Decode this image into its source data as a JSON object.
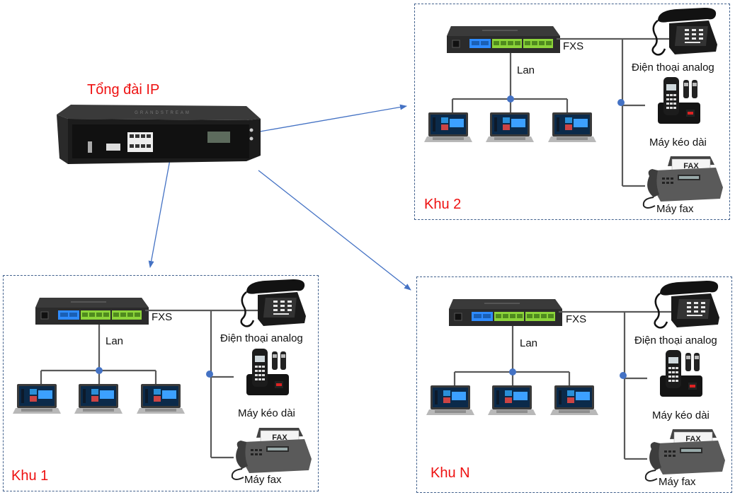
{
  "title": "Tổng đài IP",
  "colors": {
    "arrow": "#4472c4",
    "connector": "#595959",
    "node": "#4472c4",
    "zone_label": "#ee1111",
    "zone_border": "#41608c",
    "lan_port": "#2e8bff",
    "fxs_port": "#8cd43a"
  },
  "central": {
    "label": "Tổng đài IP",
    "icon": "ip-pbx-device-icon"
  },
  "zones": [
    {
      "id": "khu-2",
      "name": "Khu 2",
      "gateway_icon": "voip-gateway-icon",
      "fxs_label": "FXS",
      "lan_label": "Lan",
      "laptops": [
        "laptop-icon",
        "laptop-icon",
        "laptop-icon"
      ],
      "devices": [
        {
          "label": "Điện thoại analog",
          "icon": "analog-phone-icon"
        },
        {
          "label": "Máy kéo dài",
          "icon": "cordless-phone-icon"
        },
        {
          "label": "Máy fax",
          "icon": "fax-machine-icon"
        }
      ]
    },
    {
      "id": "khu-1",
      "name": "Khu 1",
      "gateway_icon": "voip-gateway-icon",
      "fxs_label": "FXS",
      "lan_label": "Lan",
      "laptops": [
        "laptop-icon",
        "laptop-icon",
        "laptop-icon"
      ],
      "devices": [
        {
          "label": "Điện thoại analog",
          "icon": "analog-phone-icon"
        },
        {
          "label": "Máy kéo dài",
          "icon": "cordless-phone-icon"
        },
        {
          "label": "Máy fax",
          "icon": "fax-machine-icon"
        }
      ]
    },
    {
      "id": "khu-n",
      "name": "Khu N",
      "gateway_icon": "voip-gateway-icon",
      "fxs_label": "FXS",
      "lan_label": "Lan",
      "laptops": [
        "laptop-icon",
        "laptop-icon",
        "laptop-icon"
      ],
      "devices": [
        {
          "label": "Điện thoại analog",
          "icon": "analog-phone-icon"
        },
        {
          "label": "Máy kéo dài",
          "icon": "cordless-phone-icon"
        },
        {
          "label": "Máy fax",
          "icon": "fax-machine-icon"
        }
      ]
    }
  ],
  "fax_paper_text": "FAX"
}
